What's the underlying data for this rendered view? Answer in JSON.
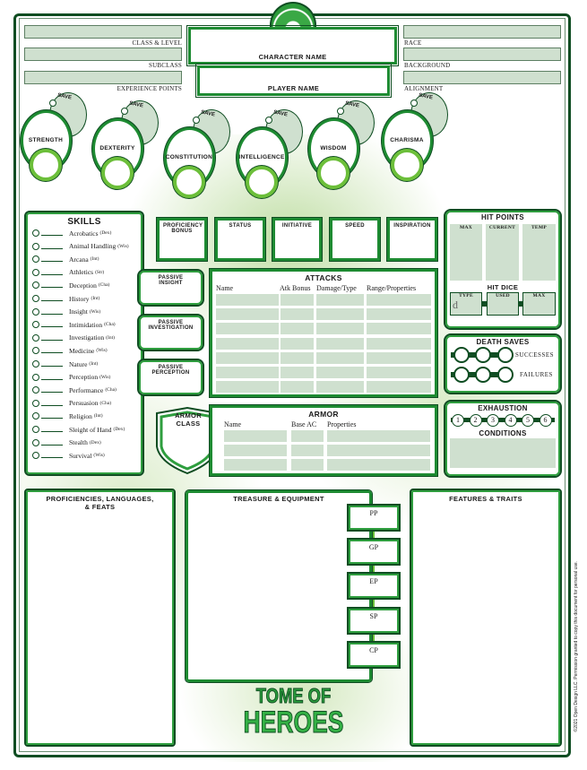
{
  "header": {
    "class_level_label": "CLASS & LEVEL",
    "subclass_label": "SUBCLASS",
    "xp_label": "EXPERIENCE POINTS",
    "character_name_label": "CHARACTER NAME",
    "player_name_label": "PLAYER NAME",
    "race_label": "RACE",
    "background_label": "BACKGROUND",
    "alignment_label": "ALIGNMENT"
  },
  "abilities": [
    {
      "name": "STRENGTH",
      "save": "SAVE"
    },
    {
      "name": "DEXTERITY",
      "save": "SAVE"
    },
    {
      "name": "CONSTITUTION",
      "save": "SAVE"
    },
    {
      "name": "INTELLIGENCE",
      "save": "SAVE"
    },
    {
      "name": "WISDOM",
      "save": "SAVE"
    },
    {
      "name": "CHARISMA",
      "save": "SAVE"
    }
  ],
  "skills": {
    "title": "SKILLS",
    "items": [
      {
        "name": "Acrobatics",
        "ability": "(Dex)"
      },
      {
        "name": "Animal Handling",
        "ability": "(Wis)"
      },
      {
        "name": "Arcana",
        "ability": "(Int)"
      },
      {
        "name": "Athletics",
        "ability": "(Str)"
      },
      {
        "name": "Deception",
        "ability": "(Cha)"
      },
      {
        "name": "History",
        "ability": "(Int)"
      },
      {
        "name": "Insight",
        "ability": "(Wis)"
      },
      {
        "name": "Intimidation",
        "ability": "(Cha)"
      },
      {
        "name": "Investigation",
        "ability": "(Int)"
      },
      {
        "name": "Medicine",
        "ability": "(Wis)"
      },
      {
        "name": "Nature",
        "ability": "(Int)"
      },
      {
        "name": "Perception",
        "ability": "(Wis)"
      },
      {
        "name": "Performance",
        "ability": "(Cha)"
      },
      {
        "name": "Persuasion",
        "ability": "(Cha)"
      },
      {
        "name": "Religion",
        "ability": "(Int)"
      },
      {
        "name": "Sleight of Hand",
        "ability": "(Dex)"
      },
      {
        "name": "Stealth",
        "ability": "(Dex)"
      },
      {
        "name": "Survival",
        "ability": "(Wis)"
      }
    ]
  },
  "stats": {
    "proficiency_bonus": "PROFICIENCY BONUS",
    "status": "STATUS",
    "initiative": "INITIATIVE",
    "speed": "SPEED",
    "inspiration": "INSPIRATION"
  },
  "passive": {
    "insight": "PASSIVE INSIGHT",
    "investigation": "PASSIVE INVESTIGATION",
    "perception": "PASSIVE PERCEPTION"
  },
  "attacks": {
    "title": "ATTACKS",
    "columns": [
      "Name",
      "Atk Bonus",
      "Damage/Type",
      "Range/Properties"
    ]
  },
  "armor_class": "ARMOR CLASS",
  "armor": {
    "title": "ARMOR",
    "columns": [
      "Name",
      "Base AC",
      "Properties"
    ]
  },
  "hit_points": {
    "title": "HIT POINTS",
    "columns": [
      "MAX",
      "CURRENT",
      "TEMP"
    ],
    "hit_dice_title": "HIT DICE",
    "hit_dice_columns": [
      "TYPE",
      "USED",
      "MAX"
    ],
    "dice_prefix": "d"
  },
  "death_saves": {
    "title": "DEATH SAVES",
    "successes": "SUCCESSES",
    "failures": "FAILURES"
  },
  "exhaustion": {
    "title": "EXHAUSTION",
    "levels": [
      "1",
      "2",
      "3",
      "4",
      "5",
      "6"
    ],
    "conditions_title": "CONDITIONS"
  },
  "proficiencies_title": "PROFICIENCIES, LANGUAGES, & FEATS",
  "treasure": {
    "title": "TREASURE & EQUIPMENT",
    "coins": [
      "PP",
      "GP",
      "EP",
      "SP",
      "CP"
    ]
  },
  "features_title": "FEATURES & TRAITS",
  "logo": {
    "line1": "TOME OF",
    "line2": "HEROES"
  },
  "copyright": "©2021 Open Design LLC. Permission granted to copy this document for personal use.",
  "colors": {
    "dark_green": "#0f4d22",
    "green": "#1e8b32",
    "light_green": "#6cbf3a",
    "field_fill": "#cfe0cf"
  }
}
